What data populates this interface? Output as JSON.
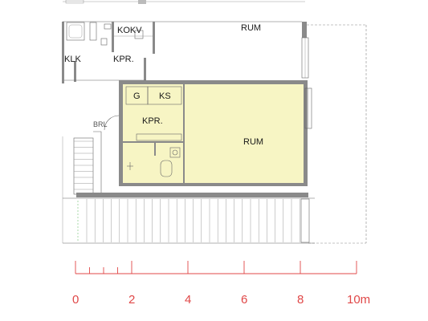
{
  "rooms": {
    "upper_rum": "RUM",
    "upper_kokv": "KOKV",
    "upper_klk": "KLK",
    "upper_kpr": "KPR.",
    "g": "G",
    "ks": "KS",
    "kpr": "KPR.",
    "rum": "RUM",
    "brl": "BRL"
  },
  "scale": {
    "unit": "m",
    "labels": [
      "0",
      "2",
      "4",
      "6",
      "8",
      "10m"
    ]
  },
  "colors": {
    "room_fill": "#f7f5c4",
    "wall": "#8a8a8a",
    "scale": "#e04848"
  }
}
